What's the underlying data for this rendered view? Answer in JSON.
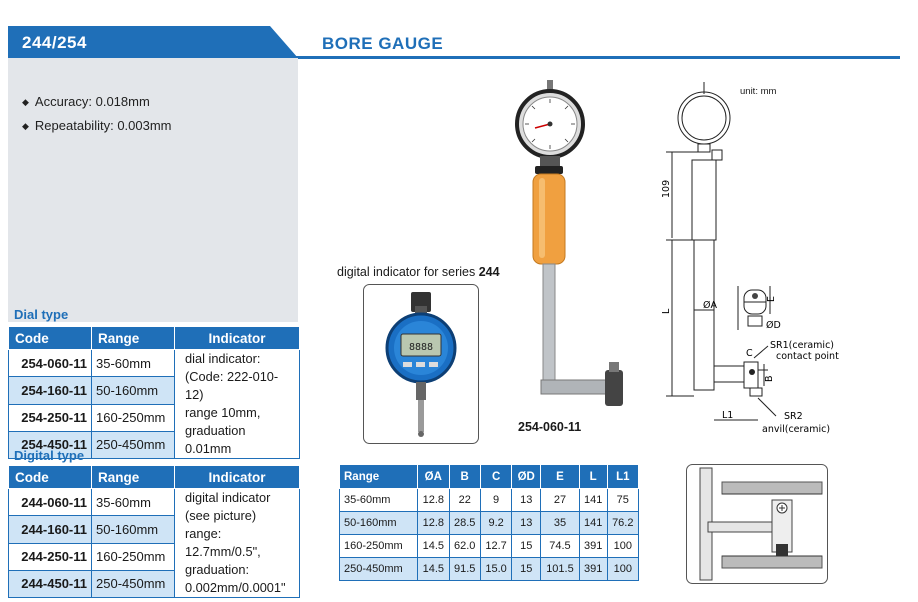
{
  "header": {
    "series": "244/254",
    "title": "BORE GAUGE"
  },
  "features": [
    {
      "label": "Accuracy:",
      "value": " 0.018mm"
    },
    {
      "label": "Repeatability:",
      "value": " 0.003mm"
    }
  ],
  "dial_type": {
    "section_title": "Dial type",
    "columns": [
      "Code",
      "Range",
      "Indicator"
    ],
    "rows": [
      {
        "code": "254-060-11",
        "range": "35-60mm"
      },
      {
        "code": "254-160-11",
        "range": "50-160mm"
      },
      {
        "code": "254-250-11",
        "range": "160-250mm"
      },
      {
        "code": "254-450-11",
        "range": "250-450mm"
      }
    ],
    "indicator_lines": [
      "dial indicator:",
      "(Code: 222-010-12)",
      "range 10mm,",
      "graduation 0.01mm"
    ]
  },
  "digital_type": {
    "section_title": "Digital type",
    "columns": [
      "Code",
      "Range",
      "Indicator"
    ],
    "rows": [
      {
        "code": "244-060-11",
        "range": "35-60mm"
      },
      {
        "code": "244-160-11",
        "range": "50-160mm"
      },
      {
        "code": "244-250-11",
        "range": "160-250mm"
      },
      {
        "code": "244-450-11",
        "range": "250-450mm"
      }
    ],
    "indicator_lines": [
      "digital indicator",
      "(see picture)",
      "range: 12.7mm/0.5\",",
      "graduation:",
      "0.002mm/0.0001\""
    ]
  },
  "digital_caption": {
    "text": "digital indicator for series ",
    "series": "244"
  },
  "model_caption": "254-060-11",
  "drawing": {
    "unit": "unit: mm",
    "labels": {
      "h": "109",
      "l": "L",
      "oa": "ØA",
      "e": "E",
      "od": "ØD",
      "c": "C",
      "b": "B",
      "l1": "L1",
      "sr1": "SR1(ceramic)",
      "contact": "contact point",
      "sr2": "SR2",
      "anvil": "anvil(ceramic)"
    }
  },
  "dimensions": {
    "columns": [
      "Range",
      "ØA",
      "B",
      "C",
      "ØD",
      "E",
      "L",
      "L1"
    ],
    "rows": [
      [
        "35-60mm",
        "12.8",
        "22",
        "9",
        "13",
        "27",
        "141",
        "75"
      ],
      [
        "50-160mm",
        "12.8",
        "28.5",
        "9.2",
        "13",
        "35",
        "141",
        "76.2"
      ],
      [
        "160-250mm",
        "14.5",
        "62.0",
        "12.7",
        "15",
        "74.5",
        "391",
        "100"
      ],
      [
        "250-450mm",
        "14.5",
        "91.5",
        "15.0",
        "15",
        "101.5",
        "391",
        "100"
      ]
    ]
  },
  "colors": {
    "brand_blue": "#1f6fb8",
    "row_highlight": "#cfe4f6",
    "panel_grey": "#e3e6ea",
    "handle_orange": "#f0a040"
  }
}
